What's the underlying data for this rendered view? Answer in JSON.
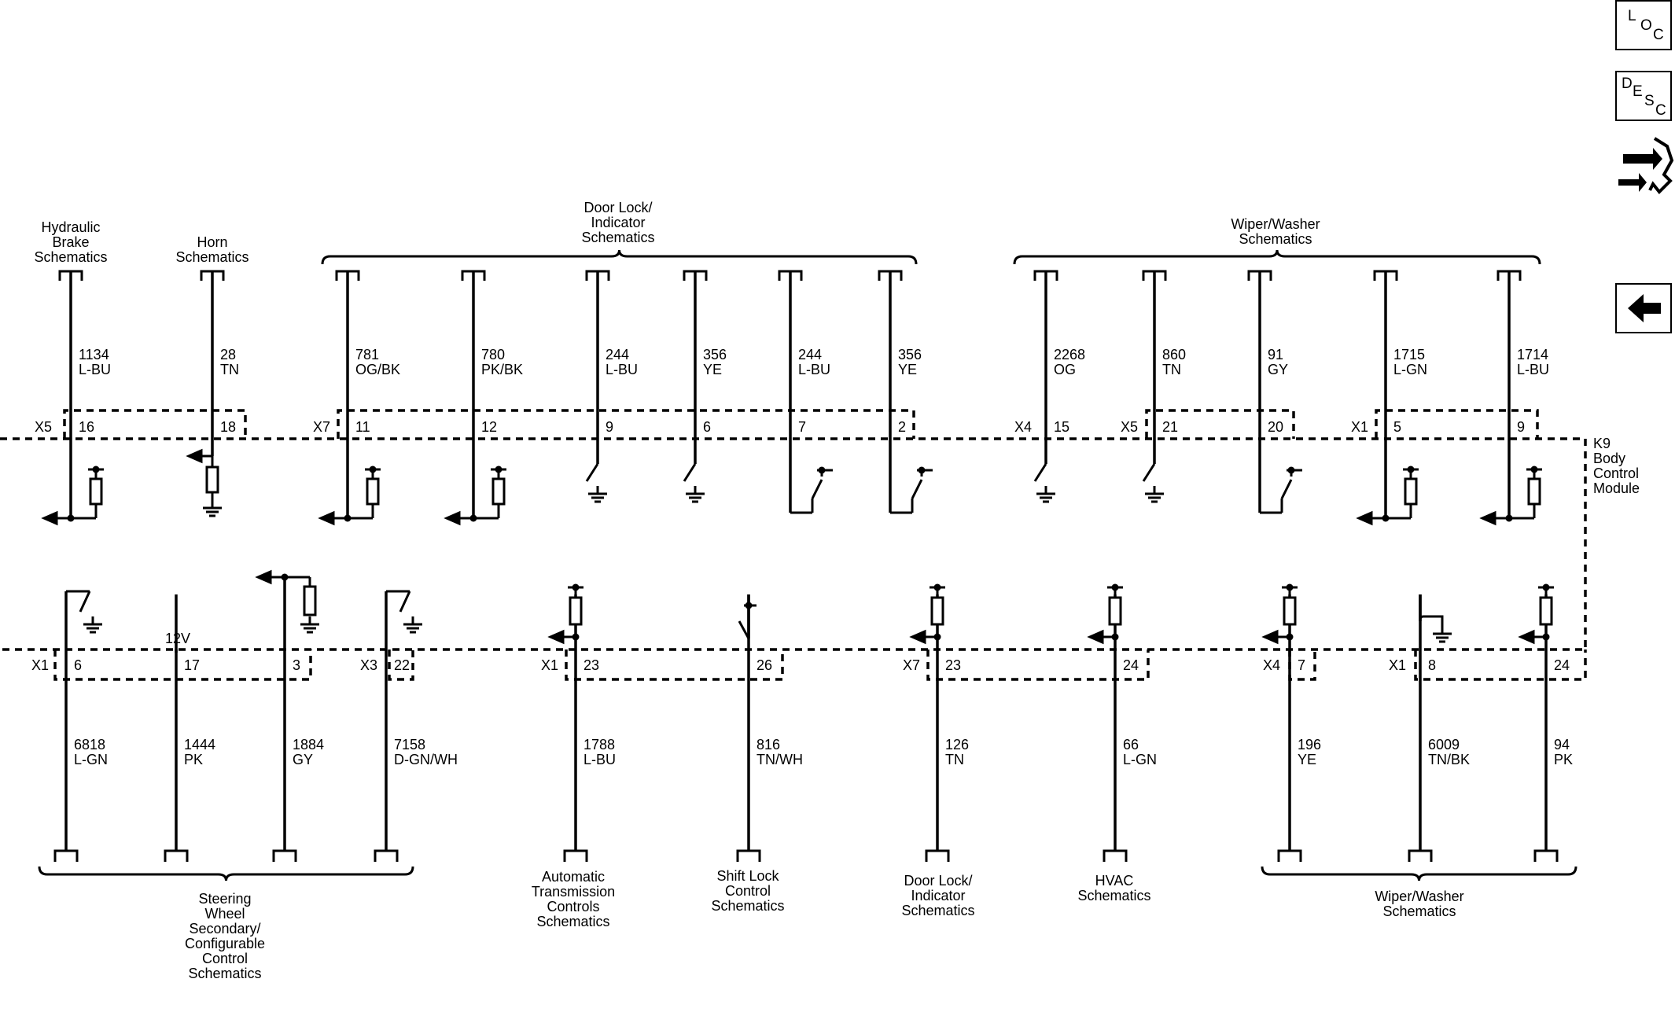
{
  "side_buttons": {
    "loc": [
      "L",
      "O",
      "C"
    ],
    "desc": [
      "D",
      "E",
      "S",
      "C"
    ]
  },
  "module": {
    "name_lines": [
      "K9",
      "Body",
      "Control",
      "Module"
    ]
  },
  "top_groups": [
    {
      "lines": [
        "Hydraulic",
        "Brake",
        "Schematics"
      ]
    },
    {
      "lines": [
        "Horn",
        "Schematics"
      ]
    },
    {
      "lines": [
        "Door Lock/",
        "Indicator",
        "Schematics"
      ]
    },
    {
      "lines": [
        "Wiper/Washer",
        "Schematics"
      ]
    }
  ],
  "bottom_groups": [
    {
      "lines": [
        "Steering",
        "Wheel",
        "Secondary/",
        "Configurable",
        "Control",
        "Schematics"
      ]
    },
    {
      "lines": [
        "Automatic",
        "Transmission",
        "Controls",
        "Schematics"
      ]
    },
    {
      "lines": [
        "Shift Lock",
        "Control",
        "Schematics"
      ]
    },
    {
      "lines": [
        "Door Lock/",
        "Indicator",
        "Schematics"
      ]
    },
    {
      "lines": [
        "HVAC",
        "Schematics"
      ]
    },
    {
      "lines": [
        "Wiper/Washer",
        "Schematics"
      ]
    }
  ],
  "top_connectors": [
    "X5",
    "X7",
    "X4",
    "X5",
    "X1"
  ],
  "bottom_connectors": [
    "X1",
    "X3",
    "X1",
    "X7",
    "X4",
    "X1"
  ],
  "voltage_label": "12V",
  "top_circuits": [
    {
      "pin": "16",
      "circuit": "1134",
      "color": "L-BU"
    },
    {
      "pin": "18",
      "circuit": "28",
      "color": "TN"
    },
    {
      "pin": "11",
      "circuit": "781",
      "color": "OG/BK"
    },
    {
      "pin": "12",
      "circuit": "780",
      "color": "PK/BK"
    },
    {
      "pin": "9",
      "circuit": "244",
      "color": "L-BU"
    },
    {
      "pin": "6",
      "circuit": "356",
      "color": "YE"
    },
    {
      "pin": "7",
      "circuit": "244",
      "color": "L-BU"
    },
    {
      "pin": "2",
      "circuit": "356",
      "color": "YE"
    },
    {
      "pin": "15",
      "circuit": "2268",
      "color": "OG"
    },
    {
      "pin": "21",
      "circuit": "860",
      "color": "TN"
    },
    {
      "pin": "20",
      "circuit": "91",
      "color": "GY"
    },
    {
      "pin": "5",
      "circuit": "1715",
      "color": "L-GN"
    },
    {
      "pin": "9",
      "circuit": "1714",
      "color": "L-BU"
    }
  ],
  "bottom_circuits": [
    {
      "pin": "6",
      "circuit": "6818",
      "color": "L-GN"
    },
    {
      "pin": "17",
      "circuit": "1444",
      "color": "PK"
    },
    {
      "pin": "3",
      "circuit": "1884",
      "color": "GY"
    },
    {
      "pin": "22",
      "circuit": "7158",
      "color": "D-GN/WH"
    },
    {
      "pin": "23",
      "circuit": "1788",
      "color": "L-BU"
    },
    {
      "pin": "26",
      "circuit": "816",
      "color": "TN/WH"
    },
    {
      "pin": "23",
      "circuit": "126",
      "color": "TN"
    },
    {
      "pin": "24",
      "circuit": "66",
      "color": "L-GN"
    },
    {
      "pin": "7",
      "circuit": "196",
      "color": "YE"
    },
    {
      "pin": "8",
      "circuit": "6009",
      "color": "TN/BK"
    },
    {
      "pin": "24",
      "circuit": "94",
      "color": "PK"
    }
  ]
}
